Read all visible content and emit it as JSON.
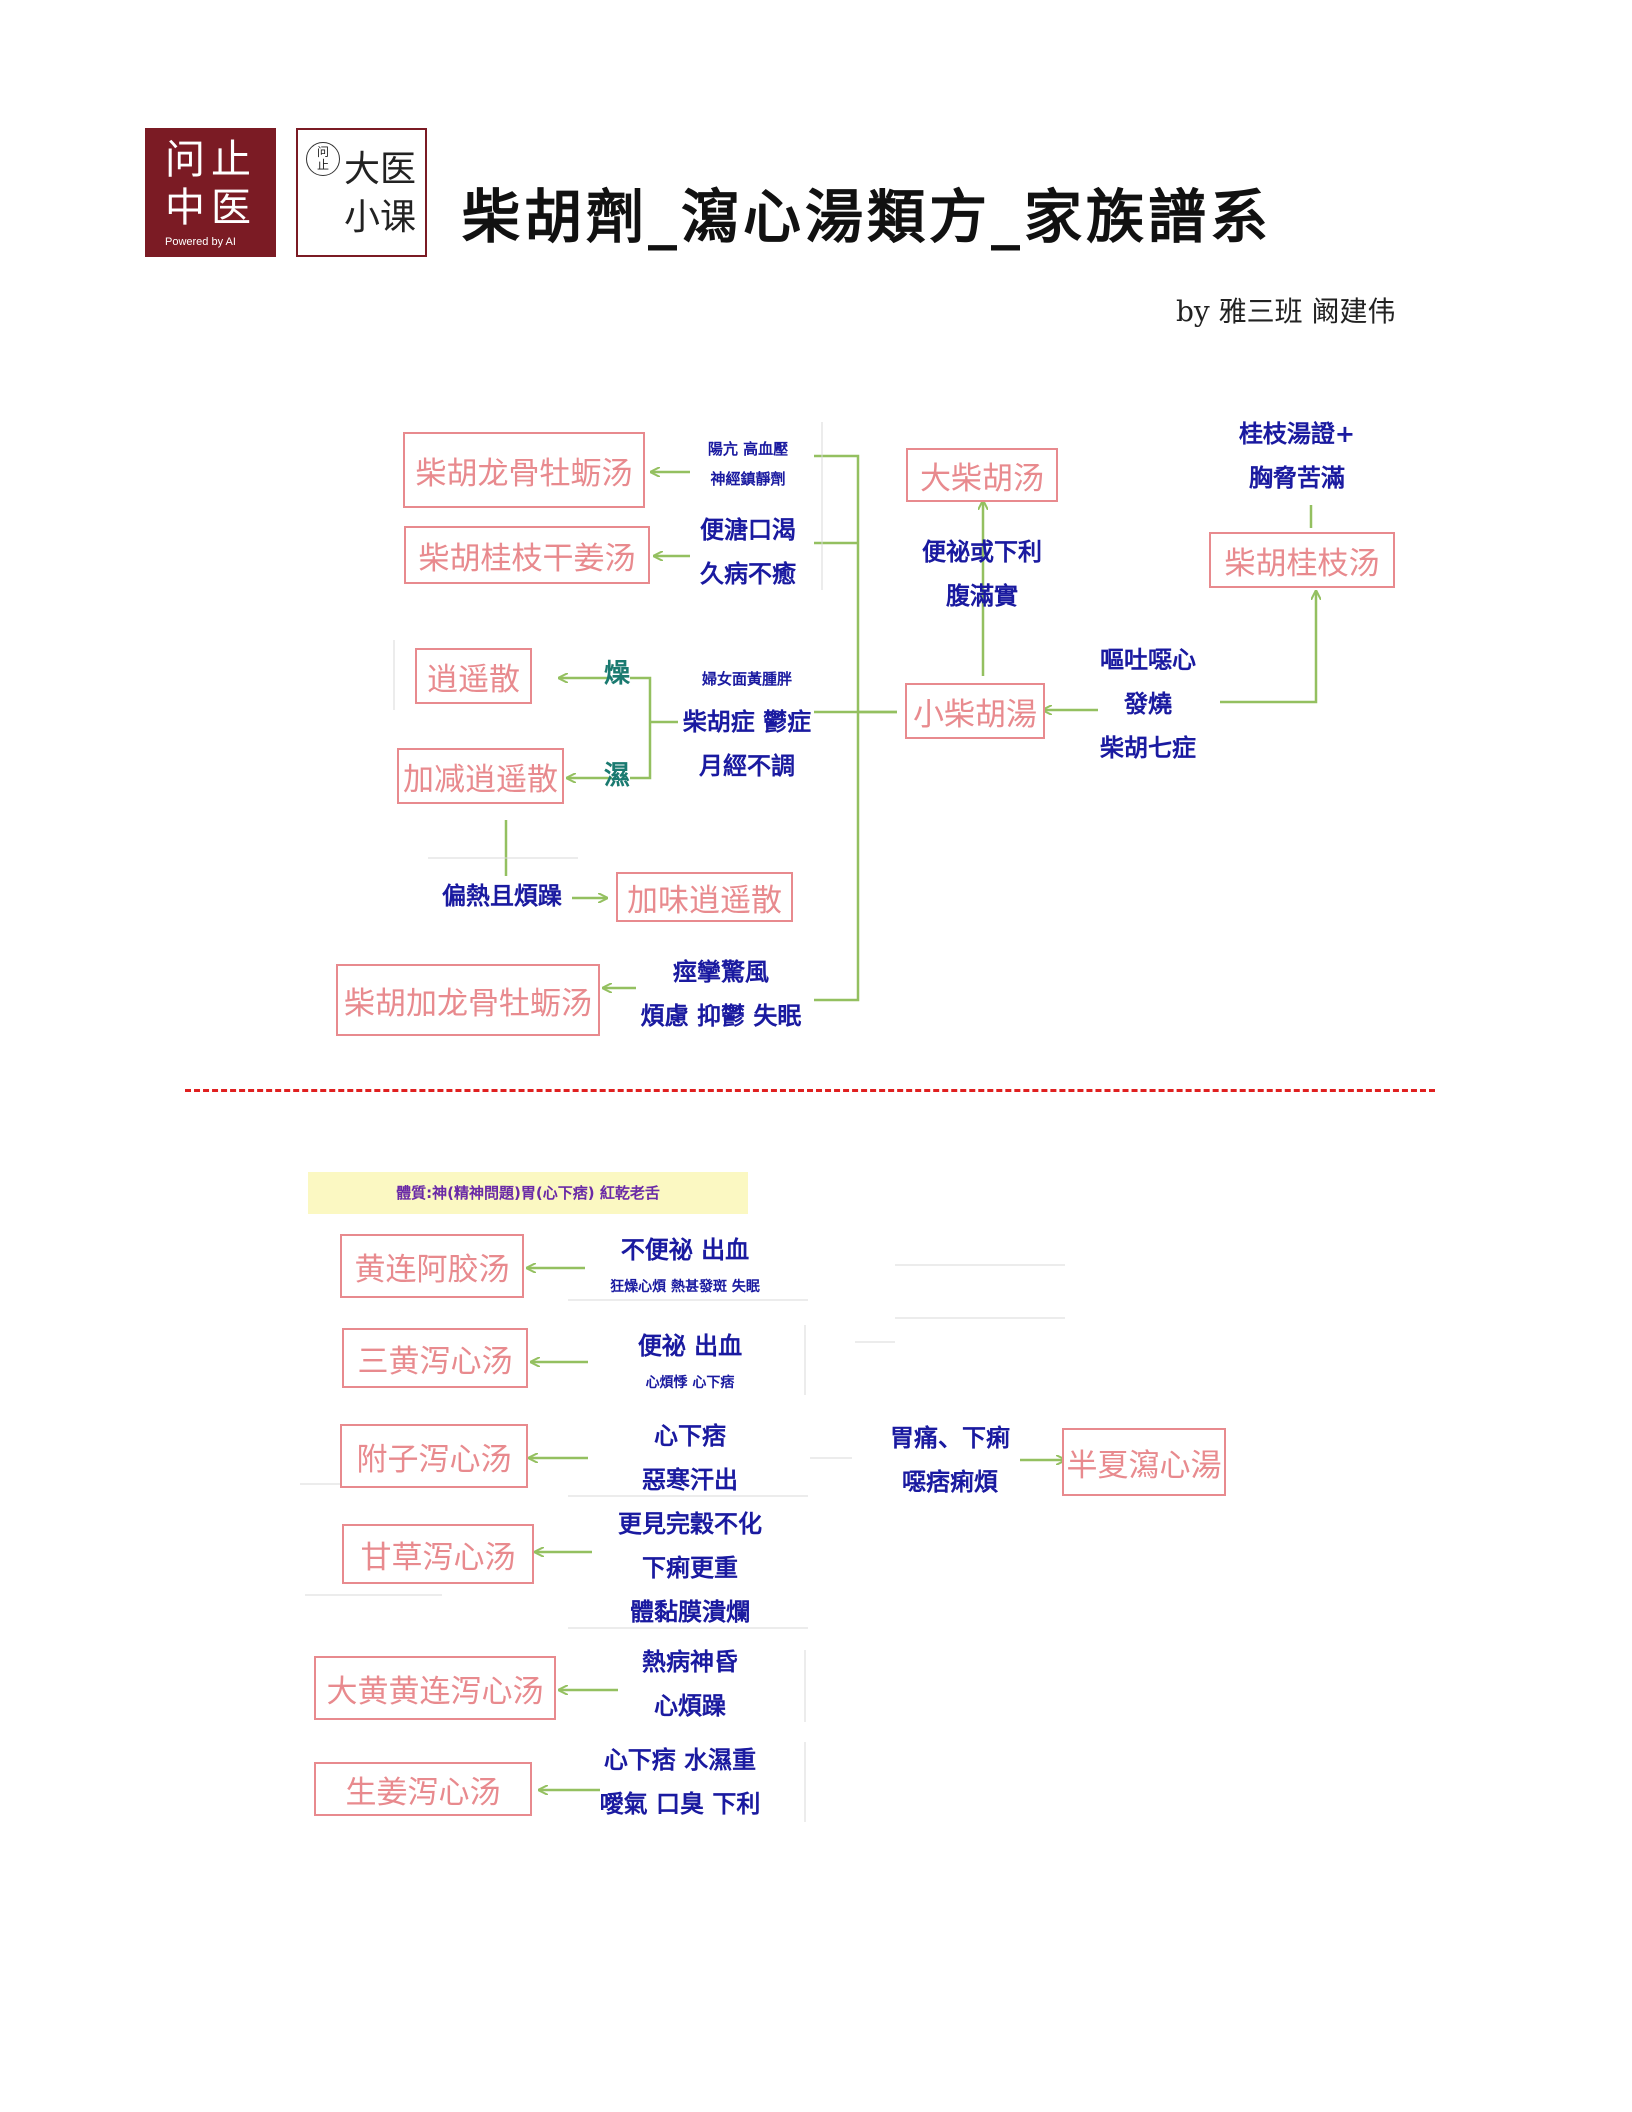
{
  "logos": {
    "left": {
      "line1": "问止",
      "line2": "中医",
      "powered": "Powered by AI"
    },
    "right": {
      "seal": "问\n止",
      "line1": "大医",
      "line2": "小课"
    }
  },
  "title": "柴胡劑_瀉心湯類方_家族譜系",
  "author": "by  雅三班  阚建伟",
  "top_section": {
    "boxes": {
      "b1": "柴胡龙骨牡蛎汤",
      "b2": "柴胡桂枝干姜汤",
      "b3": "逍遥散",
      "b4": "加减逍遥散",
      "b5": "加味逍遥散",
      "b6": "柴胡加龙骨牡蛎汤",
      "b7": "大柴胡汤",
      "b8": "小柴胡湯",
      "b9": "柴胡桂枝汤"
    },
    "labels": {
      "l1a": "陽亢  高血壓",
      "l1b": "神經鎮靜劑",
      "l2a": "便溏口渴",
      "l2b": "久病不癒",
      "l3": "燥",
      "l4": "濕",
      "l5a": "婦女面黃腫胖",
      "l5b": "柴胡症 鬱症",
      "l5c": "月經不調",
      "l6": "偏熱且煩躁",
      "l7a": "痙攣驚風",
      "l7b": "煩慮 抑鬱 失眠",
      "l8a": "便祕或下利",
      "l8b": "腹滿實",
      "l9a": "嘔吐噁心",
      "l9b": "發燒",
      "l9c": "柴胡七症",
      "l10a": "桂枝湯證+",
      "l10b": "胸脅苦滿"
    }
  },
  "bottom_section": {
    "note": "體質:神(精神問題)胃(心下痞) 紅乾老舌",
    "boxes": {
      "c1": "黄连阿胶汤",
      "c2": "三黄泻心汤",
      "c3": "附子泻心汤",
      "c4": "甘草泻心汤",
      "c5": "大黄黄连泻心汤",
      "c6": "生姜泻心汤",
      "c7": "半夏瀉心湯"
    },
    "labels": {
      "m1a": "不便祕  出血",
      "m1b": "狂燥心煩 熱甚發斑 失眠",
      "m2a": "便祕 出血",
      "m2b": "心煩悸 心下痞",
      "m3a": "心下痞",
      "m3b": "惡寒汗出",
      "m4a": "更見完穀不化",
      "m4b": "下痢更重",
      "m4c": "體黏膜潰爛",
      "m5a": "熱病神昏",
      "m5b": "心煩躁",
      "m6a": "心下痞 水濕重",
      "m6b": "噯氣 口臭 下利",
      "m7a": "胃痛、下痢",
      "m7b": "噁痞痢煩"
    }
  },
  "colors": {
    "box": "#e88a8e",
    "arrow": "#94c060",
    "label": "#1a1aa0",
    "accent": "#7b1b24",
    "separator": "#e02020"
  }
}
